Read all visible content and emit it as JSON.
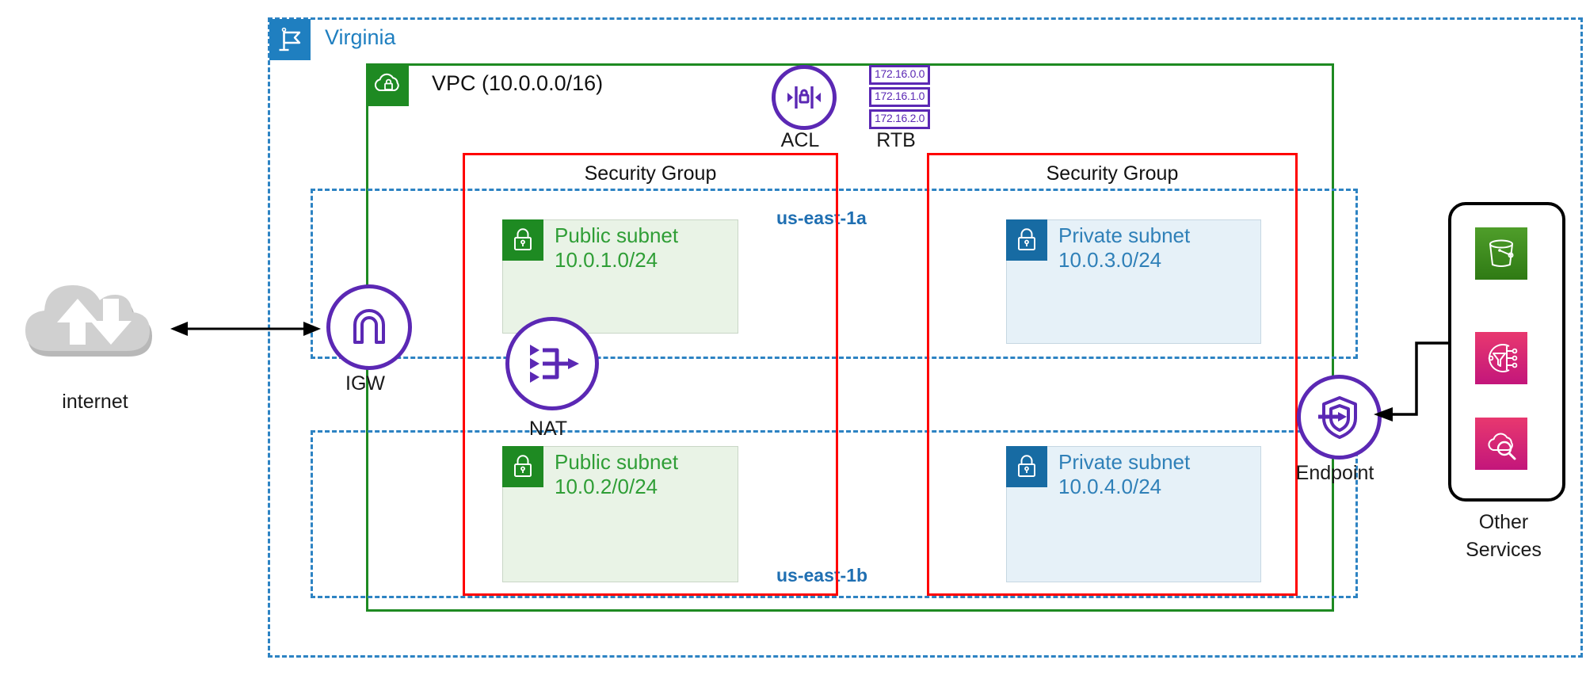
{
  "diagram": {
    "title": "AWS VPC architecture",
    "colors": {
      "region_blue": "#2d83c3",
      "vpc_green": "#1e8a22",
      "sg_red": "#ff0000",
      "purple": "#5b28b4",
      "public_green_text": "#2f9e36",
      "private_blue_text": "#2f80b8",
      "az_label_blue": "#1f6fb2",
      "s3_green": "#3f8a1e",
      "service_pink": "#d62070",
      "cloud_gray": "#cccccc"
    }
  },
  "region": {
    "label": "Virginia",
    "icon": "flag-icon"
  },
  "vpc": {
    "label": "VPC (10.0.0.0/16)",
    "icon": "vpc-cloud-lock-icon"
  },
  "network_controls": {
    "acl": {
      "label": "ACL",
      "icon": "network-acl-icon"
    },
    "rtb": {
      "label": "RTB",
      "icon": "route-table-icon",
      "routes": [
        "172.16.0.0",
        "172.16.1.0",
        "172.16.2.0"
      ]
    }
  },
  "security_groups": [
    {
      "label": "Security Group"
    },
    {
      "label": "Security Group"
    }
  ],
  "availability_zones": [
    {
      "label": "us-east-1a"
    },
    {
      "label": "us-east-1b"
    }
  ],
  "subnets": [
    {
      "kind": "public",
      "name": "Public subnet",
      "cidr": "10.0.1.0/24",
      "az": "us-east-1a",
      "icon": "lock-icon"
    },
    {
      "kind": "private",
      "name": "Private subnet",
      "cidr": "10.0.3.0/24",
      "az": "us-east-1a",
      "icon": "lock-icon"
    },
    {
      "kind": "public",
      "name": "Public subnet",
      "cidr": "10.0.2/0/24",
      "az": "us-east-1b",
      "icon": "lock-icon"
    },
    {
      "kind": "private",
      "name": "Private subnet",
      "cidr": "10.0.4.0/24",
      "az": "us-east-1b",
      "icon": "lock-icon"
    }
  ],
  "nodes": {
    "internet": {
      "label": "internet",
      "icon": "internet-cloud-icon"
    },
    "igw": {
      "label": "IGW",
      "icon": "internet-gateway-icon"
    },
    "nat": {
      "label": "NAT",
      "icon": "nat-gateway-icon"
    },
    "endpoint": {
      "label": "Endpoint",
      "icon": "vpc-endpoint-icon"
    }
  },
  "other_services": {
    "label_line1": "Other",
    "label_line2": "Services",
    "items": [
      {
        "icon": "s3-bucket-icon"
      },
      {
        "icon": "data-filter-icon"
      },
      {
        "icon": "cloud-search-icon"
      }
    ]
  },
  "connections": [
    {
      "from": "internet",
      "to": "igw",
      "direction": "bidirectional"
    },
    {
      "from": "endpoint",
      "to": "other-services",
      "direction": "bidirectional"
    }
  ]
}
